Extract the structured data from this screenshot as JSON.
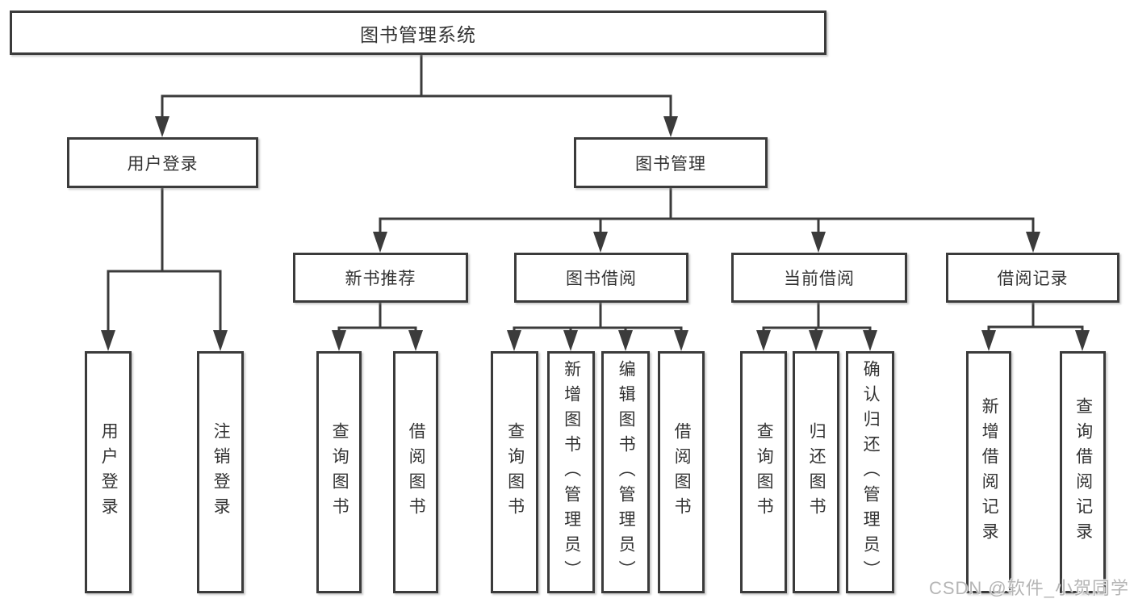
{
  "diagram": {
    "title": "图书管理系统",
    "level2": [
      {
        "label": "用户登录",
        "parent": "图书管理系统"
      },
      {
        "label": "图书管理",
        "parent": "图书管理系统"
      }
    ],
    "level3": [
      {
        "label": "新书推荐",
        "parent": "图书管理"
      },
      {
        "label": "图书借阅",
        "parent": "图书管理"
      },
      {
        "label": "当前借阅",
        "parent": "图书管理"
      },
      {
        "label": "借阅记录",
        "parent": "图书管理"
      }
    ],
    "leaves": [
      {
        "label": "用户登录",
        "parent": "用户登录"
      },
      {
        "label": "注销登录",
        "parent": "用户登录"
      },
      {
        "label": "查询图书",
        "parent": "新书推荐"
      },
      {
        "label": "借阅图书",
        "parent": "新书推荐"
      },
      {
        "label": "查询图书",
        "parent": "图书借阅"
      },
      {
        "label": "新增图书（管理员）",
        "parent": "图书借阅"
      },
      {
        "label": "编辑图书（管理员）",
        "parent": "图书借阅"
      },
      {
        "label": "借阅图书",
        "parent": "图书借阅"
      },
      {
        "label": "查询图书",
        "parent": "当前借阅"
      },
      {
        "label": "归还图书",
        "parent": "当前借阅"
      },
      {
        "label": "确认归还（管理员）",
        "parent": "当前借阅"
      },
      {
        "label": "新增借阅记录",
        "parent": "借阅记录"
      },
      {
        "label": "查询借阅记录",
        "parent": "借阅记录"
      }
    ],
    "watermark": "CSDN @软件_小贺同学",
    "colors": {
      "line": "#3b3b3b",
      "text": "#333333",
      "background": "#ffffff",
      "watermark_text": "#b5b5b5"
    }
  }
}
